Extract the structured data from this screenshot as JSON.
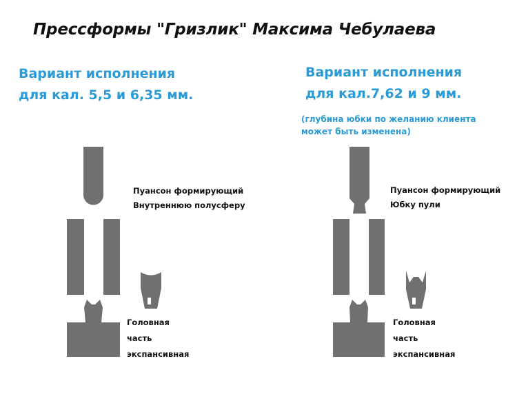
{
  "title": "Прессформы \"Гризлик\" Максима Чебулаева",
  "colors": {
    "accent": "#2a9bd6",
    "part_gray": "#707070",
    "text": "#111111"
  },
  "variant_left": {
    "heading_line1": "Вариант исполнения",
    "heading_line2": "для кал. 5,5 и 6,35 мм.",
    "punch_label_line1": "Пуансон формирующий",
    "punch_label_line2": "Внутреннюю полусферу",
    "head_label_line1": "Головная",
    "head_label_line2": "часть",
    "head_label_line3": "экспансивная"
  },
  "variant_right": {
    "heading_line1": "Вариант исполнения",
    "heading_line2": "для кал.7,62 и 9 мм.",
    "note_line1": "(глубина юбки по желанию клиента",
    "note_line2": "может быть изменена)",
    "punch_label_line1": "Пуансон формирующий",
    "punch_label_line2": "Юбку пули",
    "head_label_line1": "Головная",
    "head_label_line2": "часть",
    "head_label_line3": "экспансивная"
  }
}
